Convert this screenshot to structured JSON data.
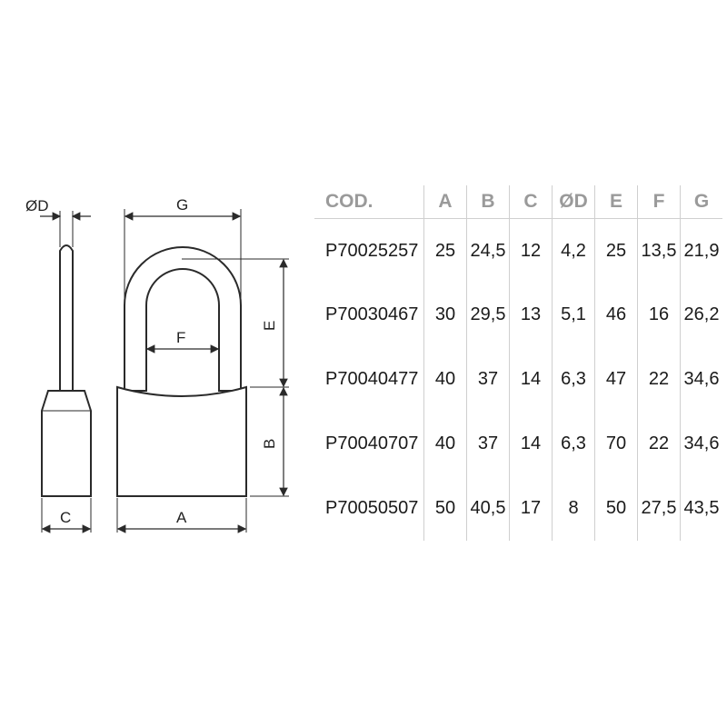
{
  "diagram": {
    "labels": {
      "d": "ØD",
      "c": "C",
      "g": "G",
      "f": "F",
      "a": "A",
      "e": "E",
      "b": "B"
    }
  },
  "table": {
    "headers": [
      "COD.",
      "A",
      "B",
      "C",
      "ØD",
      "E",
      "F",
      "G"
    ],
    "rows": [
      [
        "P70025257",
        "25",
        "24,5",
        "12",
        "4,2",
        "25",
        "13,5",
        "21,9"
      ],
      [
        "P70030467",
        "30",
        "29,5",
        "13",
        "5,1",
        "46",
        "16",
        "26,2"
      ],
      [
        "P70040477",
        "40",
        "37",
        "14",
        "6,3",
        "47",
        "22",
        "34,6"
      ],
      [
        "P70040707",
        "40",
        "37",
        "14",
        "6,3",
        "70",
        "22",
        "34,6"
      ],
      [
        "P70050507",
        "50",
        "40,5",
        "17",
        "8",
        "50",
        "27,5",
        "43,5"
      ]
    ]
  }
}
